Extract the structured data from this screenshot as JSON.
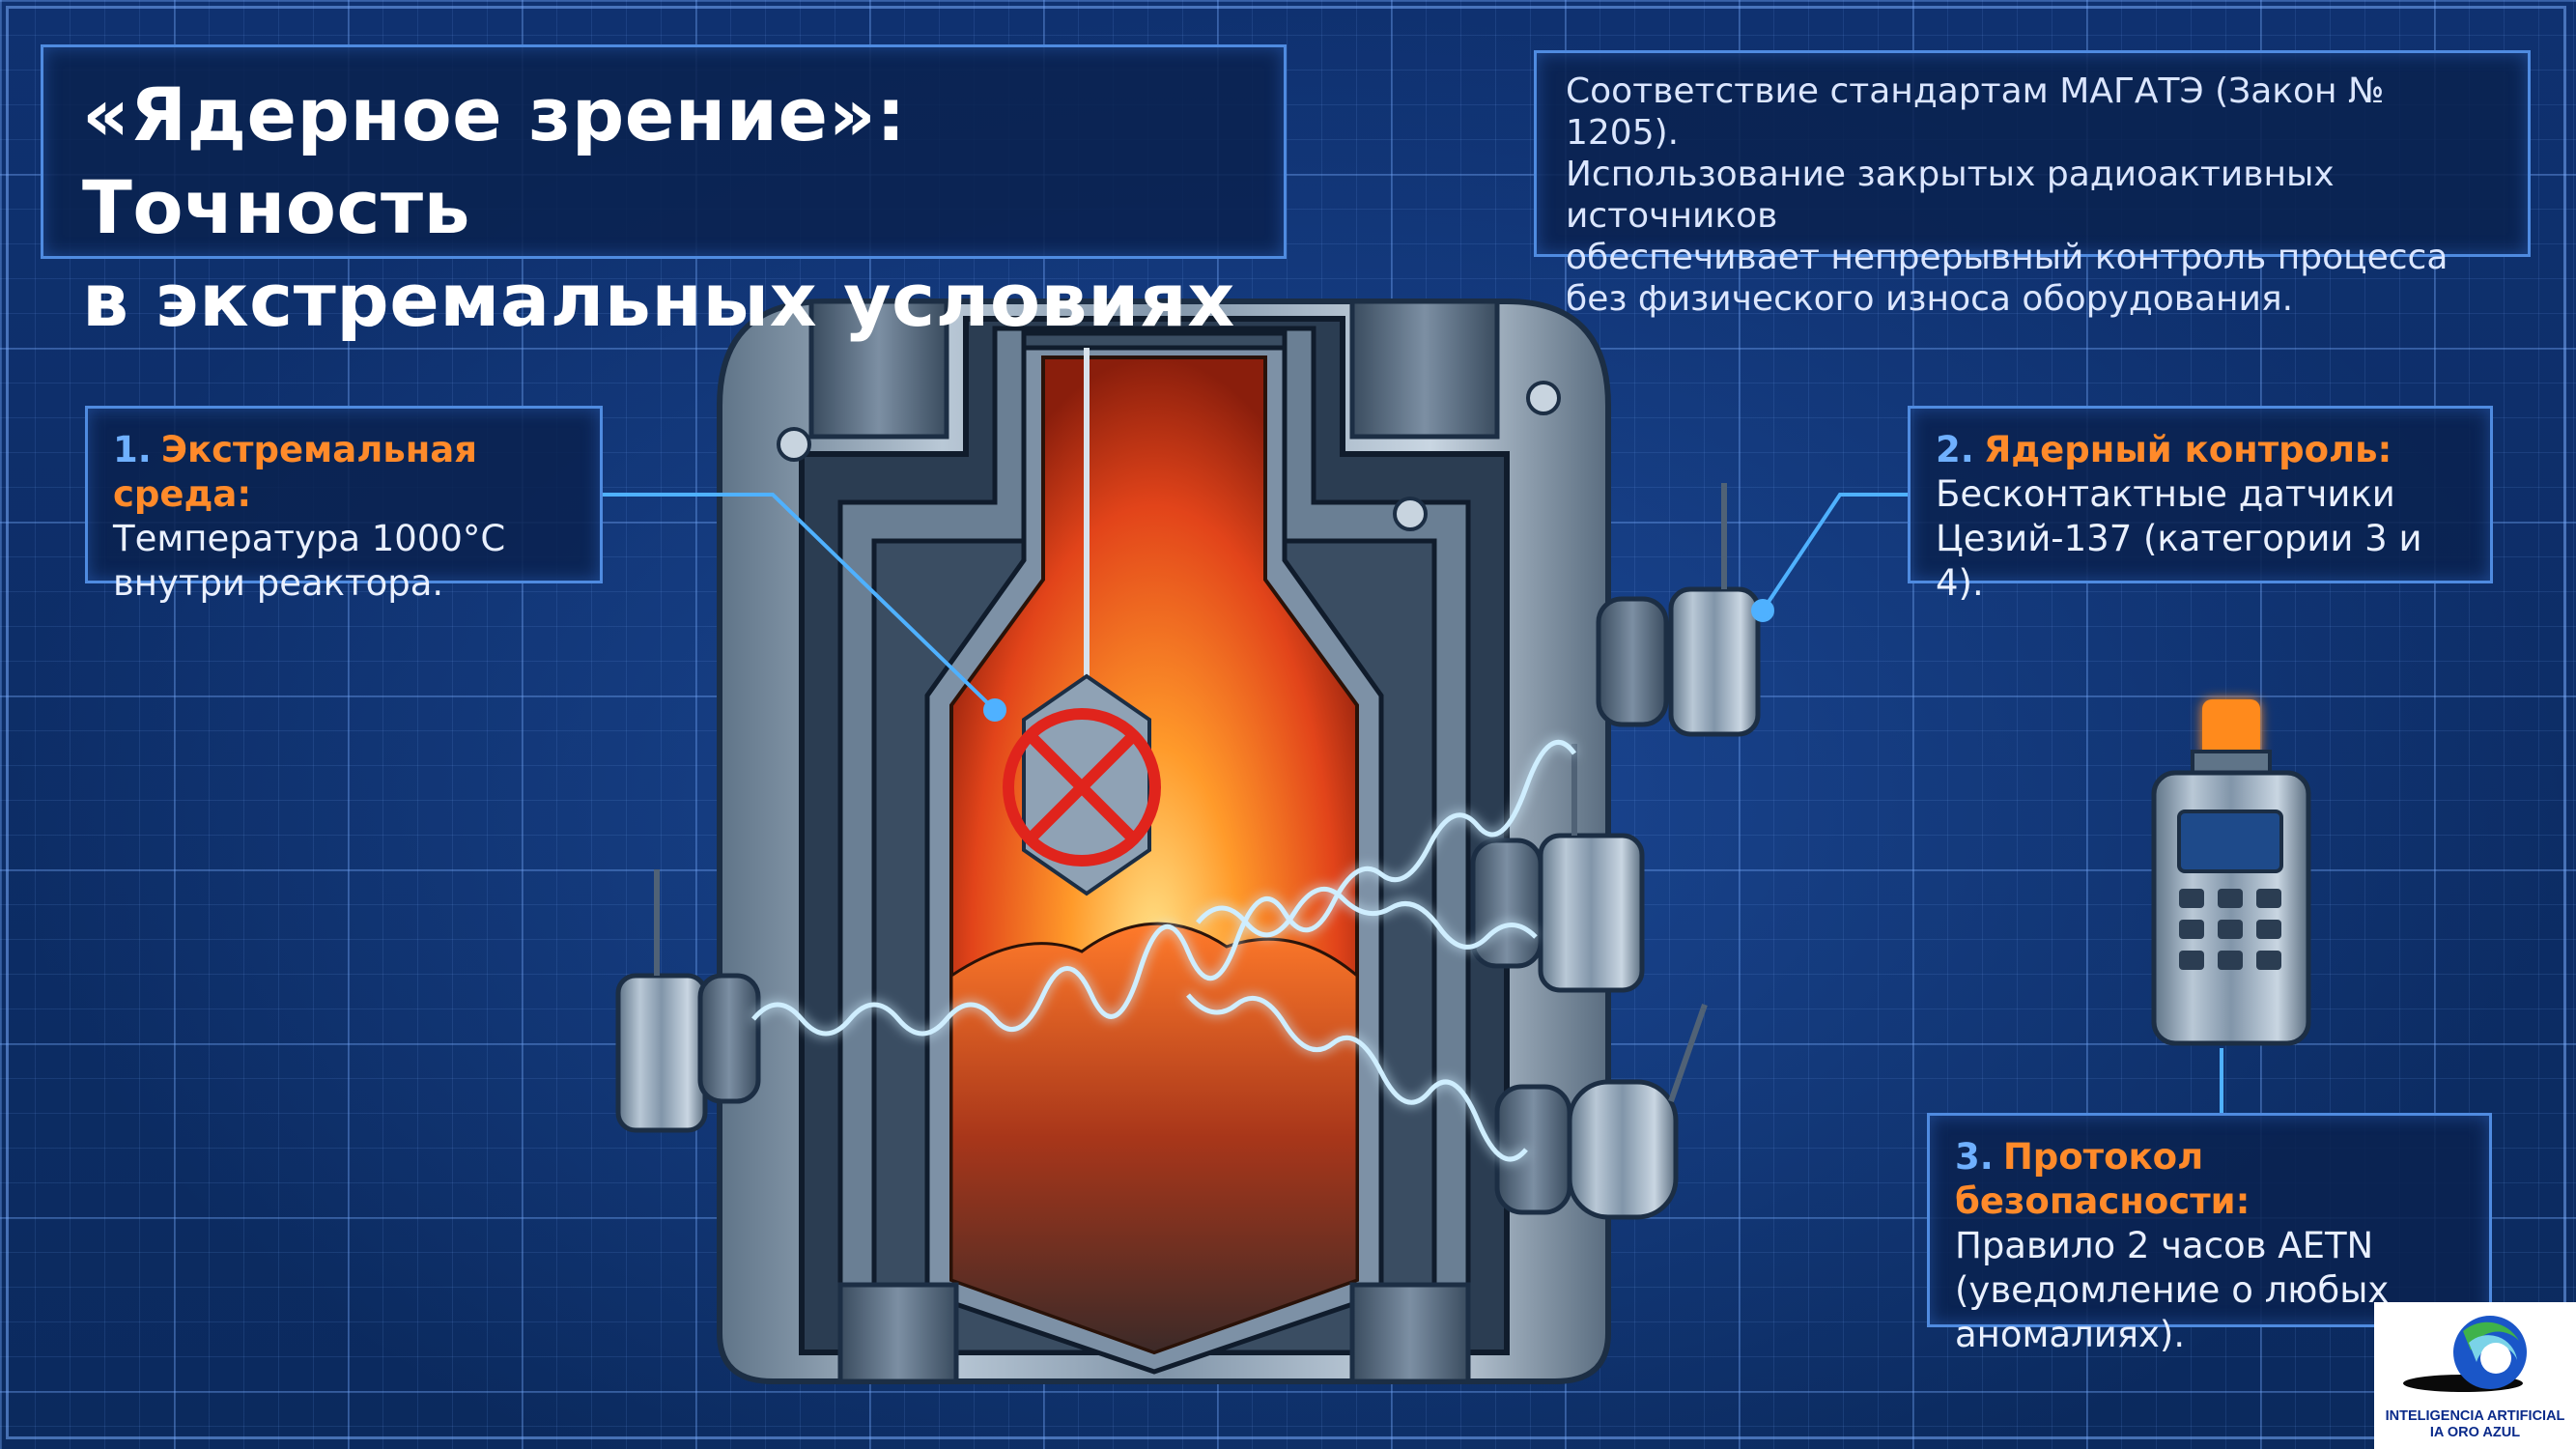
{
  "title": {
    "line1": "«Ядерное зрение»: Точность",
    "line2": "в экстремальных условиях"
  },
  "info": {
    "lines": [
      "Соответствие стандартам МАГАТЭ (Закон № 1205).",
      "Использование закрытых радиоактивных источников",
      "обеспечивает непрерывный контроль процесса",
      "без физического износа оборудования."
    ]
  },
  "callouts": [
    {
      "number": "1.",
      "heading": "Экстремальная среда:",
      "lines": [
        "Температура 1000°C",
        "внутри реактора."
      ]
    },
    {
      "number": "2.",
      "heading": "Ядерный контроль:",
      "lines": [
        "Бесконтактные датчики",
        "Цезий-137 (категории 3 и 4)."
      ]
    },
    {
      "number": "3.",
      "heading": "Протокол безопасности:",
      "lines": [
        "Правило 2 часов AETN",
        "(уведомление о любых",
        "аномалиях)."
      ]
    }
  ],
  "logo": {
    "line1": "INTELIGENCIA ARTIFICIAL",
    "line2": "IA ORO AZUL"
  },
  "colors": {
    "background": "#0d2d66",
    "panel_border": "#4f8be0",
    "heading_orange": "#ff8a2a",
    "number_blue": "#6fb0ff",
    "core_fire": "#ff5a1a",
    "beam": "#bfe6ff"
  }
}
